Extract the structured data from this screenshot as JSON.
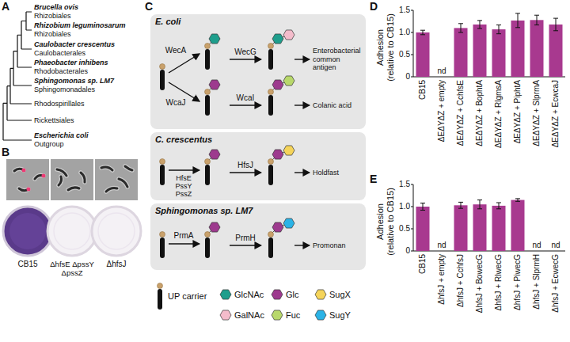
{
  "diagram": {
    "nodes": [
      {
        "text": [
          "E. coli",
          "WecA",
          "WecG",
          "Enterobacterial common antigen",
          "WcaJ",
          "WcaI",
          "Colanic acid"
        ]
      },
      {
        "text": [
          "C. crescentus",
          "HfsE",
          "PssY",
          "PssZ",
          "HfsJ",
          "Holdfast"
        ]
      },
      {
        "text": [
          "Sphingomonas sp. LM7",
          "PrmA",
          "PrmH",
          "Promonan"
        ]
      }
    ],
    "labels": [
      "A",
      "Brucella ovis",
      "Rhizobiales",
      "Rhizobium leguminosarum",
      "Rhizobiales",
      "Caulobacter crescentus",
      "Caulobacterales",
      "Phaeobacter inhibens",
      "Rhodobacterales",
      "Sphingomonas sp. LM7",
      "Sphingomonadales",
      "Rhodospirillales",
      "Rickettsiales",
      "Escherichia coli",
      "Outgroup",
      "B",
      "CB15",
      "ΔhfsE ΔpssY ΔpssZ",
      "ΔhfsJ",
      "C",
      "D",
      "1.5",
      "1.0",
      "0.5",
      "0",
      "Adhesion (relative to CB15)",
      "nd",
      "CB15",
      "ΔEΔYΔZ + empty",
      "ΔEΔYΔZ + CchfsE",
      "ΔEΔYΔZ + BophtA",
      "ΔEΔYΔZ + RlgmsA",
      "ΔEΔYΔZ + PiphtA",
      "ΔEΔYΔZ + SlprmA",
      "ΔEΔYΔZ + EcwcaJ",
      "E",
      "1.5",
      "1.0",
      "0.5",
      "0",
      "Adhesion (relative to CB15)",
      "nd",
      "nd",
      "nd",
      "CB15",
      "ΔhfsJ + empty",
      "ΔhfsJ + CchfsJ",
      "ΔhfsJ + BowecG",
      "ΔhfsJ + RlwecG",
      "ΔhfsJ + PiwecG",
      "ΔhfsJ + SlprmH",
      "ΔhfsJ + EcwecG"
    ],
    "legend": [
      {
        "text": "UP carrier"
      },
      {
        "text": "GlcNAc",
        "color": "#1e9e8c"
      },
      {
        "text": "Glc",
        "color": "#9d3a8e"
      },
      {
        "text": "SugX",
        "color": "#f5d45a"
      },
      {
        "text": "GalNAc",
        "color": "#f4bccb"
      },
      {
        "text": "Fuc",
        "color": "#b8d86b"
      },
      {
        "text": "SugY",
        "color": "#2bb3e6"
      }
    ]
  }
}
